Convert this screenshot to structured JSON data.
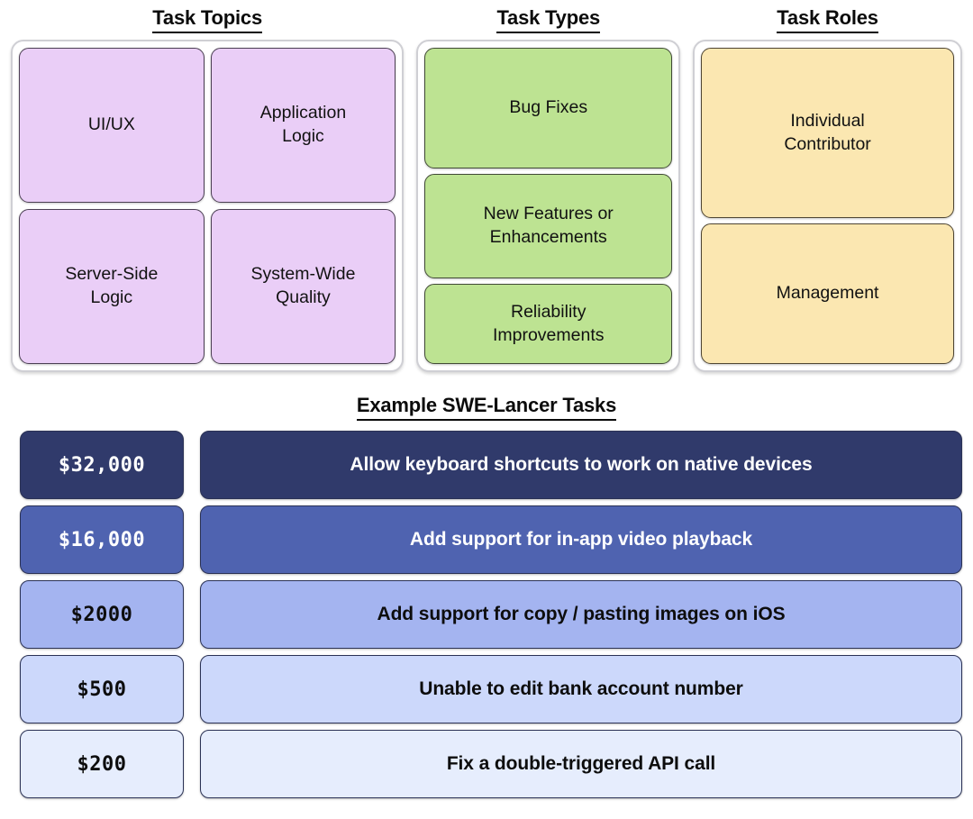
{
  "categories": [
    {
      "title": "Task Topics",
      "color": "#eacef7",
      "layout": "grid2",
      "items": [
        {
          "label": "UI/UX"
        },
        {
          "label": "Application\nLogic"
        },
        {
          "label": "Server-Side\nLogic"
        },
        {
          "label": "System-Wide\nQuality"
        }
      ]
    },
    {
      "title": "Task Types",
      "color": "#bde392",
      "layout": "stack",
      "items": [
        {
          "label": "Bug Fixes"
        },
        {
          "label": "New Features or\nEnhancements"
        },
        {
          "label": "Reliability\nImprovements"
        }
      ]
    },
    {
      "title": "Task Roles",
      "color": "#fbe7b1",
      "layout": "stack",
      "items": [
        {
          "label": "Individual\nContributor"
        },
        {
          "label": "Management"
        }
      ]
    }
  ],
  "examples": {
    "title": "Example SWE-Lancer Tasks",
    "rows": [
      {
        "price": "$32,000",
        "description": "Allow keyboard shortcuts to work on native devices",
        "fill": "#303a6b",
        "text_color": "#ffffff"
      },
      {
        "price": "$16,000",
        "description": "Add support for in-app video playback",
        "fill": "#4f63b0",
        "text_color": "#ffffff"
      },
      {
        "price": "$2000",
        "description": "Add support for copy / pasting images on iOS",
        "fill": "#a4b4f0",
        "text_color": "#0d0d0d"
      },
      {
        "price": "$500",
        "description": "Unable to edit bank account number",
        "fill": "#ccd8fb",
        "text_color": "#0d0d0d"
      },
      {
        "price": "$200",
        "description": "Fix a double-triggered API call",
        "fill": "#e6edfd",
        "text_color": "#0d0d0d"
      }
    ]
  }
}
